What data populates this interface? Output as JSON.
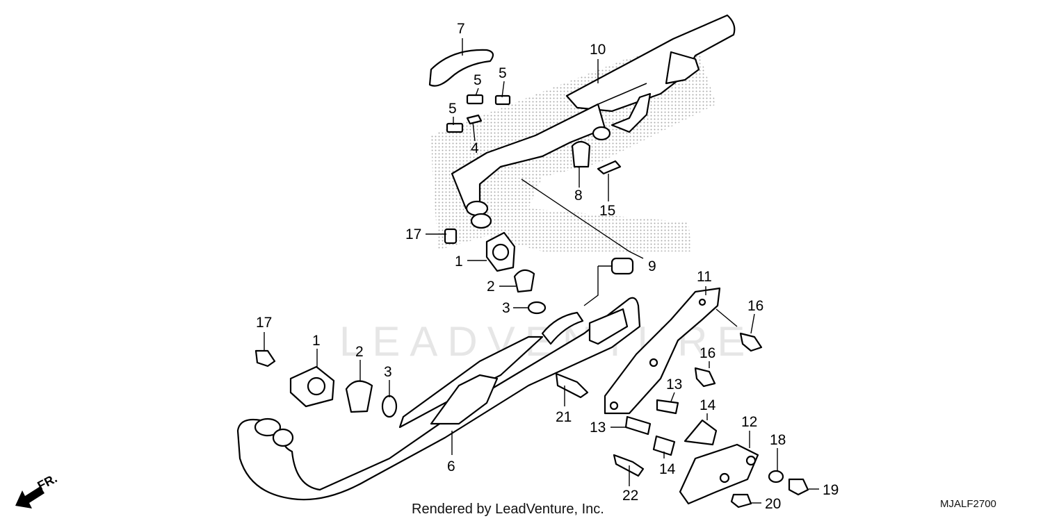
{
  "diagram": {
    "watermark": "LEADVENTURE",
    "footer": "Rendered by LeadVenture, Inc.",
    "diagram_code": "MJALF2700",
    "direction_label": "FR.",
    "callouts": [
      "7",
      "10",
      "5",
      "5",
      "5",
      "4",
      "8",
      "15",
      "17",
      "1",
      "2",
      "3",
      "9",
      "11",
      "16",
      "17",
      "1",
      "2",
      "3",
      "16",
      "13",
      "21",
      "14",
      "13",
      "12",
      "18",
      "14",
      "6",
      "22",
      "19",
      "20"
    ]
  }
}
